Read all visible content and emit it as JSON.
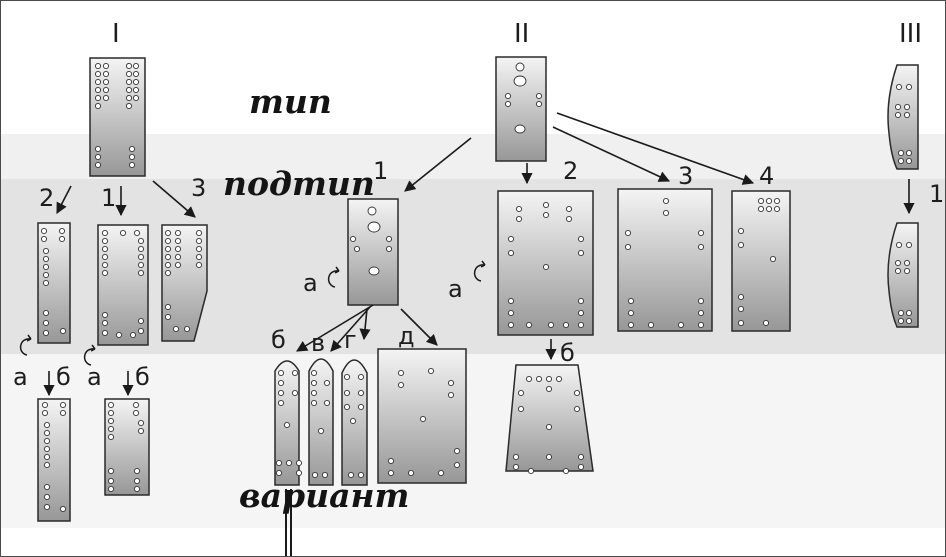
{
  "level_labels": {
    "type": "тип",
    "subtype": "подтип",
    "variant": "вариант"
  },
  "types": [
    "I",
    "II",
    "III"
  ],
  "type_I": {
    "subtypes": [
      "2",
      "1",
      "3"
    ],
    "variant_letters": [
      "а",
      "б",
      "а",
      "б"
    ]
  },
  "type_II": {
    "subtypes": [
      "1",
      "2",
      "3",
      "4"
    ],
    "subtype1_variants": [
      "а",
      "б",
      "в",
      "г",
      "д"
    ],
    "subtype2_variants": [
      "а",
      "б"
    ]
  },
  "type_III": {
    "subtypes": [
      "1"
    ]
  },
  "colors": {
    "plate_light": "#f2f2f2",
    "plate_dark": "#9a9a9a",
    "stroke": "#2a2a2a"
  }
}
